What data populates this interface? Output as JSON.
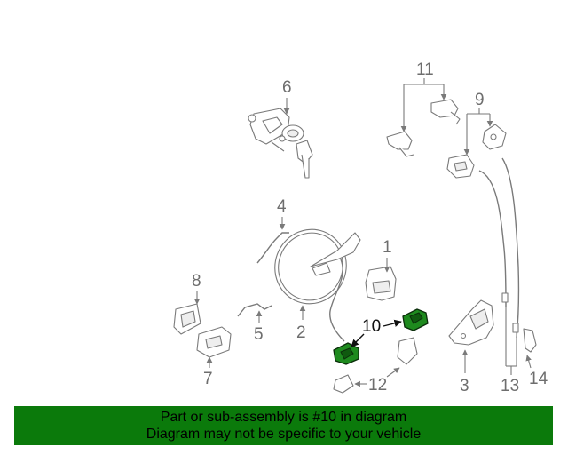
{
  "diagram": {
    "callouts": {
      "n1": "1",
      "n2": "2",
      "n3": "3",
      "n4": "4",
      "n5": "5",
      "n6": "6",
      "n7": "7",
      "n8": "8",
      "n9": "9",
      "n10": "10",
      "n11": "11",
      "n12": "12",
      "n13": "13",
      "n14": "14"
    },
    "highlight_color": "#1e8a1e"
  },
  "banner": {
    "line1": "Part or sub-assembly is #10 in diagram",
    "line2": "Diagram may not be specific to your vehicle",
    "background": "#0b7a0b"
  }
}
